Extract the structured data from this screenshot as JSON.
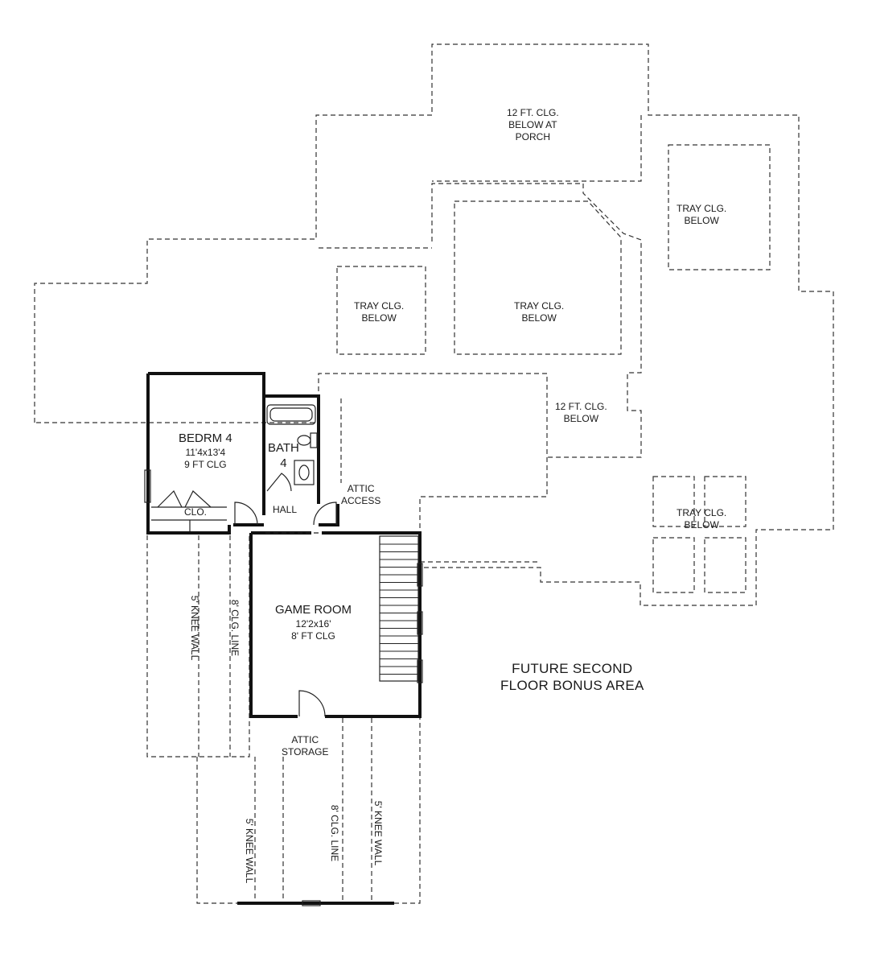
{
  "labels": {
    "porch_clg": [
      "12 FT. CLG.",
      "BELOW AT",
      "PORCH"
    ],
    "tray_right_top": [
      "TRAY CLG.",
      "BELOW"
    ],
    "tray_left": [
      "TRAY CLG.",
      "BELOW"
    ],
    "tray_center": [
      "TRAY CLG.",
      "BELOW"
    ],
    "clg_12_below": [
      "12 FT. CLG.",
      "BELOW"
    ],
    "tray_bottom_right": [
      "TRAY CLG.",
      "BELOW"
    ],
    "bedroom": {
      "name": "BEDRM 4",
      "size": "11'4x13'4",
      "ceiling": "9 FT CLG"
    },
    "bath": {
      "name": "BATH",
      "number": "4"
    },
    "closet": "CLO.",
    "hall": "HALL",
    "attic_access": [
      "ATTIC",
      "ACCESS"
    ],
    "game_room": {
      "name": "GAME ROOM",
      "size": "12'2x16'",
      "ceiling": "8' FT CLG"
    },
    "bonus_area": [
      "FUTURE SECOND",
      "FLOOR BONUS AREA"
    ],
    "attic_storage": [
      "ATTIC",
      "STORAGE"
    ],
    "knee_wall_left": "5' KNEE WALL",
    "clg_line_left": "8' CLG. LINE",
    "knee_wall_bottom_left": "5' KNEE WALL",
    "clg_line_bottom": "8' CLG. LINE",
    "knee_wall_bottom_right": "5' KNEE WALL"
  }
}
